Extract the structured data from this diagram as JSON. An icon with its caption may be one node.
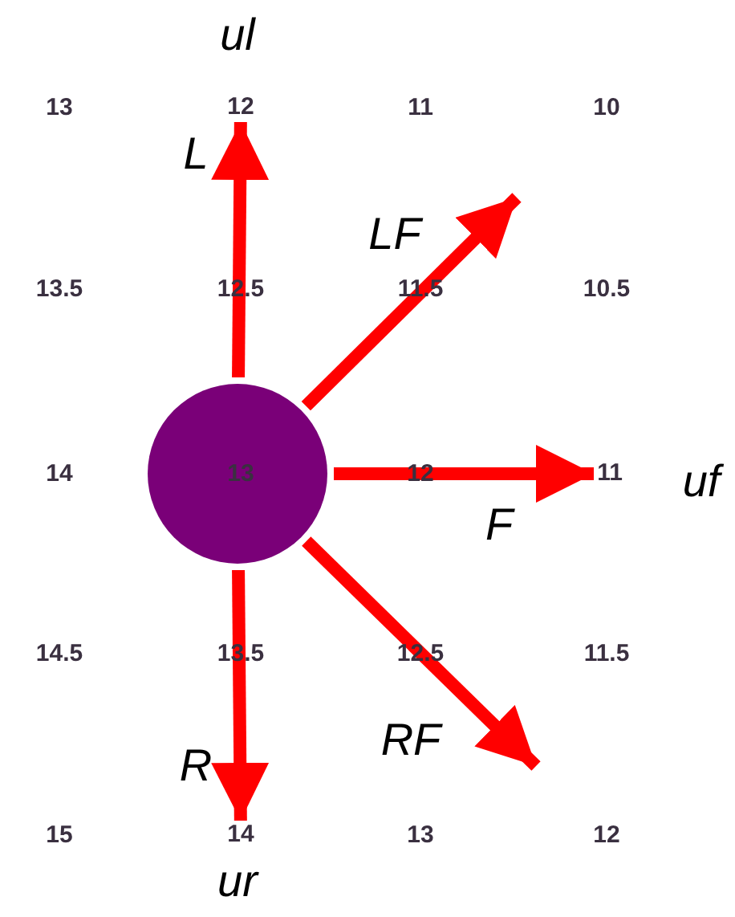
{
  "diagram": {
    "nodes": [
      {
        "text": [],
        "shape": "circle"
      },
      {
        "text": [
          "12"
        ]
      },
      {
        "text": [
          "11"
        ]
      },
      {
        "text": [
          "14"
        ]
      }
    ],
    "edges": [
      {
        "from": 0,
        "to": 1,
        "arrow": "to",
        "label": "L"
      },
      {
        "from": 0,
        "to": null,
        "arrow": "to",
        "label": "LF"
      },
      {
        "from": 0,
        "to": 2,
        "arrow": "to",
        "label": "F"
      },
      {
        "from": 0,
        "to": null,
        "arrow": "to",
        "label": "RF"
      },
      {
        "from": 0,
        "to": 3,
        "arrow": "to",
        "label": "R"
      }
    ],
    "labels": [
      "ul",
      "13",
      "11",
      "10",
      "13.5",
      "12.5",
      "11.5",
      "10.5",
      "14",
      "13",
      "12",
      "uf",
      "14.5",
      "13.5",
      "12.5",
      "11.5",
      "15",
      "13",
      "12",
      "ur"
    ]
  }
}
